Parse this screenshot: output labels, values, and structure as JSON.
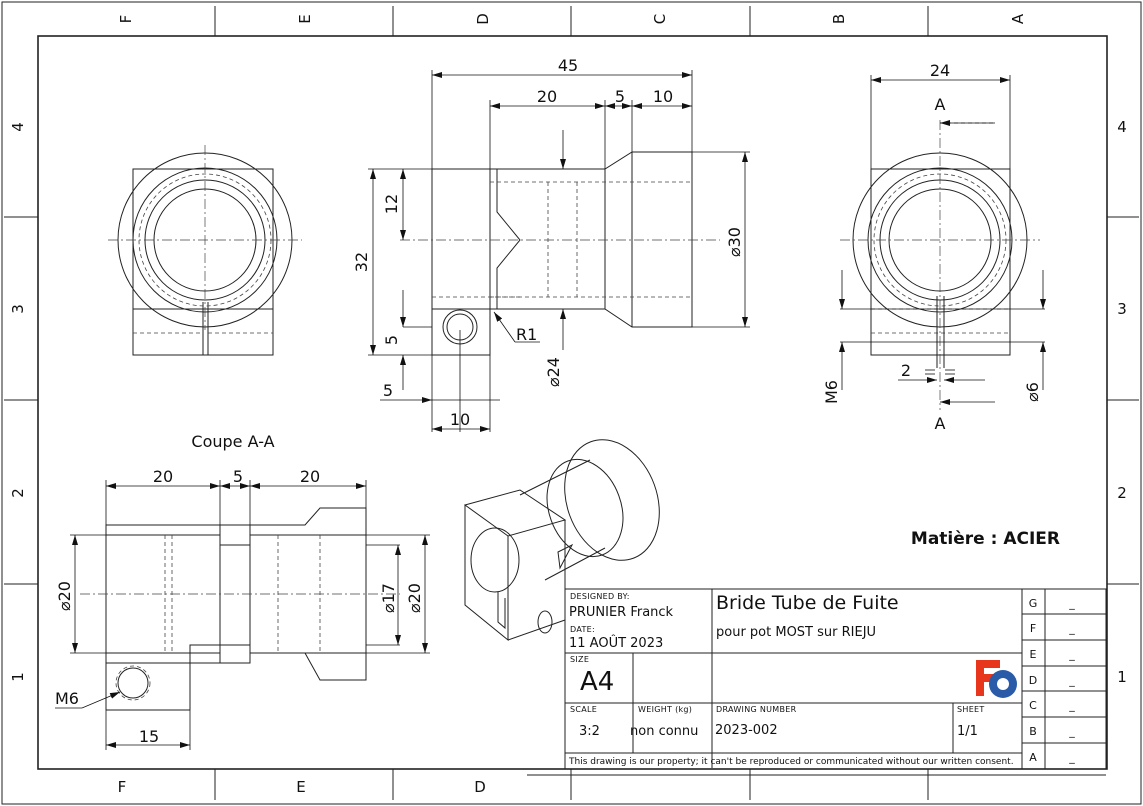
{
  "sheet": {
    "zones_top": [
      "F",
      "E",
      "D",
      "C",
      "B",
      "A"
    ],
    "zones_bottom": [
      "F",
      "E",
      "D"
    ],
    "rows_left": [
      "4",
      "3",
      "2",
      "1"
    ],
    "rows_right": [
      "4",
      "3",
      "2",
      "1"
    ]
  },
  "views": {
    "front_dims": {
      "overall_length": "45",
      "len_a": "20",
      "len_b": "5",
      "len_c": "10",
      "h_total": "32",
      "h_top": "12",
      "h_hole": "5",
      "h_bot": "5",
      "w_hole": "10",
      "radius": "R1",
      "dia_small": "⌀24",
      "dia_big": "⌀30"
    },
    "side_dims": {
      "width": "24",
      "section_top": "A",
      "section_bottom": "A",
      "slot": "2",
      "thread": "M6",
      "dia_pin": "⌀6"
    },
    "section": {
      "title": "Coupe A-A",
      "len_a": "20",
      "len_b": "5",
      "len_c": "20",
      "dia_left": "⌀20",
      "dia_inner": "⌀17",
      "dia_right": "⌀20",
      "thread": "M6",
      "offset": "15"
    },
    "material": "Matière : ACIER"
  },
  "title_block": {
    "designed_by_label": "DESIGNED BY:",
    "designer": "PRUNIER Franck",
    "date_label": "DATE:",
    "date": "11 AOÛT 2023",
    "title": "Bride Tube de Fuite",
    "subtitle": "pour pot MOST sur RIEJU",
    "size_label": "SIZE",
    "size": "A4",
    "scale_label": "SCALE",
    "scale": "3:2",
    "weight_label": "WEIGHT (kg)",
    "weight": "non connu",
    "drawing_number_label": "DRAWING NUMBER",
    "drawing_number": "2023-002",
    "sheet_label": "SHEET",
    "sheet": "1/1",
    "footer": "This drawing is our property; it can't be reproduced or communicated without our written consent.",
    "revisions": [
      "G",
      "F",
      "E",
      "D",
      "C",
      "B",
      "A"
    ],
    "revision_marks": [
      "_",
      "_",
      "_",
      "_",
      "_",
      "_",
      "_"
    ],
    "logo_color": "#e8361c",
    "gear_color": "#2a5ba8"
  }
}
